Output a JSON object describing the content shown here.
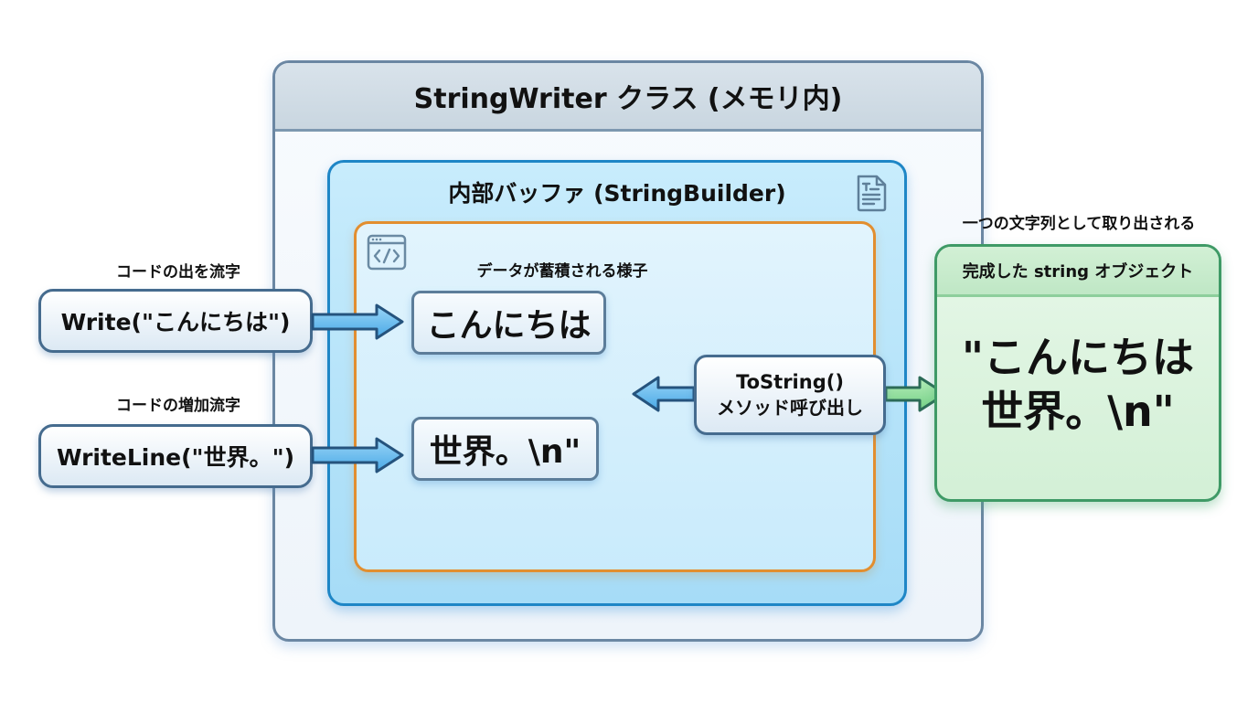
{
  "outer_class": {
    "title": "StringWriter クラス (メモリ内)"
  },
  "buffer": {
    "title": "内部バッファ (StringBuilder)",
    "icon": "document-icon",
    "accumulation": {
      "icon": "code-window-icon",
      "label": "データが蓄積される様子",
      "chunks": [
        "こんにちは",
        "世界。\\n\""
      ]
    }
  },
  "calls": [
    {
      "label": "コードの出を流字",
      "code": "Write(\"こんにちは\")"
    },
    {
      "label": "コードの増加流字",
      "code": "WriteLine(\"世界。\")"
    }
  ],
  "tostring": {
    "line1": "ToString()",
    "line2": "メソッド呼び出し"
  },
  "result": {
    "caption": "一つの文字列として取り出される",
    "header": "完成した string オブジェクト",
    "value_line1": "\"こんにちは",
    "value_line2": "世界。\\n\""
  },
  "colors": {
    "outer_border": "#6b87a3",
    "buffer_border": "#1e86c6",
    "accum_border": "#e28e2f",
    "result_border": "#3f9a66",
    "arrow_blue": "#5ab4ea",
    "arrow_green": "#8fdc9c"
  }
}
